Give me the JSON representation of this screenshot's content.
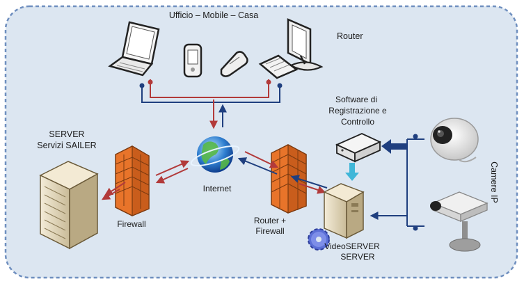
{
  "title": "Ufficio – Mobile – Casa",
  "labels": {
    "router_top": "Router",
    "software_line1": "Software di",
    "software_line2": "Registrazione e",
    "software_line3": "Controllo",
    "server_line1": "SERVER",
    "server_line2": "Servizi SAILER",
    "internet": "Internet",
    "firewall": "Firewall",
    "router_fw_line1": "Router +",
    "router_fw_line2": "Firewall",
    "camere": "Camere IP",
    "videoserver_line1": "VideoSERVER",
    "videoserver_line2": "SERVER"
  },
  "colors": {
    "background": "#dce6f1",
    "border": "#6f8fbf",
    "link_blue": "#1f3f7f",
    "link_red": "#b23a3a",
    "firewall": "#e8742a",
    "accent_cyan": "#3fb6d8"
  },
  "icons": [
    "laptop-icon",
    "pda-icon",
    "mobile-phone-icon",
    "keyboard-icon",
    "monitor-icon",
    "globe-icon",
    "firewall-icon",
    "server-icon",
    "dvr-box-icon",
    "dome-camera-icon",
    "box-camera-icon",
    "gear-icon"
  ]
}
